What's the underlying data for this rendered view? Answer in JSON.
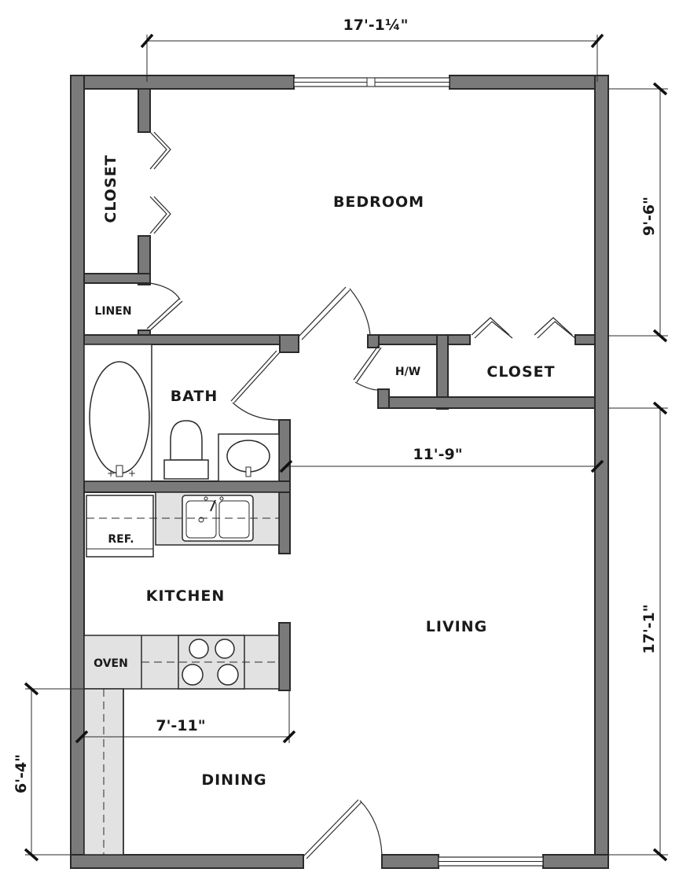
{
  "rooms": {
    "bedroom": "BEDROOM",
    "closet_left": "CLOSET",
    "linen": "LINEN",
    "bath": "BATH",
    "hw": "H/W",
    "closet_right": "CLOSET",
    "kitchen": "KITCHEN",
    "living": "LIVING",
    "dining": "DINING"
  },
  "fixtures": {
    "refrigerator": "REF.",
    "oven": "OVEN"
  },
  "dimensions": {
    "overall_width": "17'-1¼\"",
    "bedroom_depth": "9'-6\"",
    "living_width": "11'-9\"",
    "living_depth": "17'-1\"",
    "kitchen_width": "7'-11\"",
    "dining_depth": "6'-4\""
  },
  "colors": {
    "wall": "#7a7a7a",
    "counter": "#e2e2e2",
    "line": "#2a2a2a"
  }
}
